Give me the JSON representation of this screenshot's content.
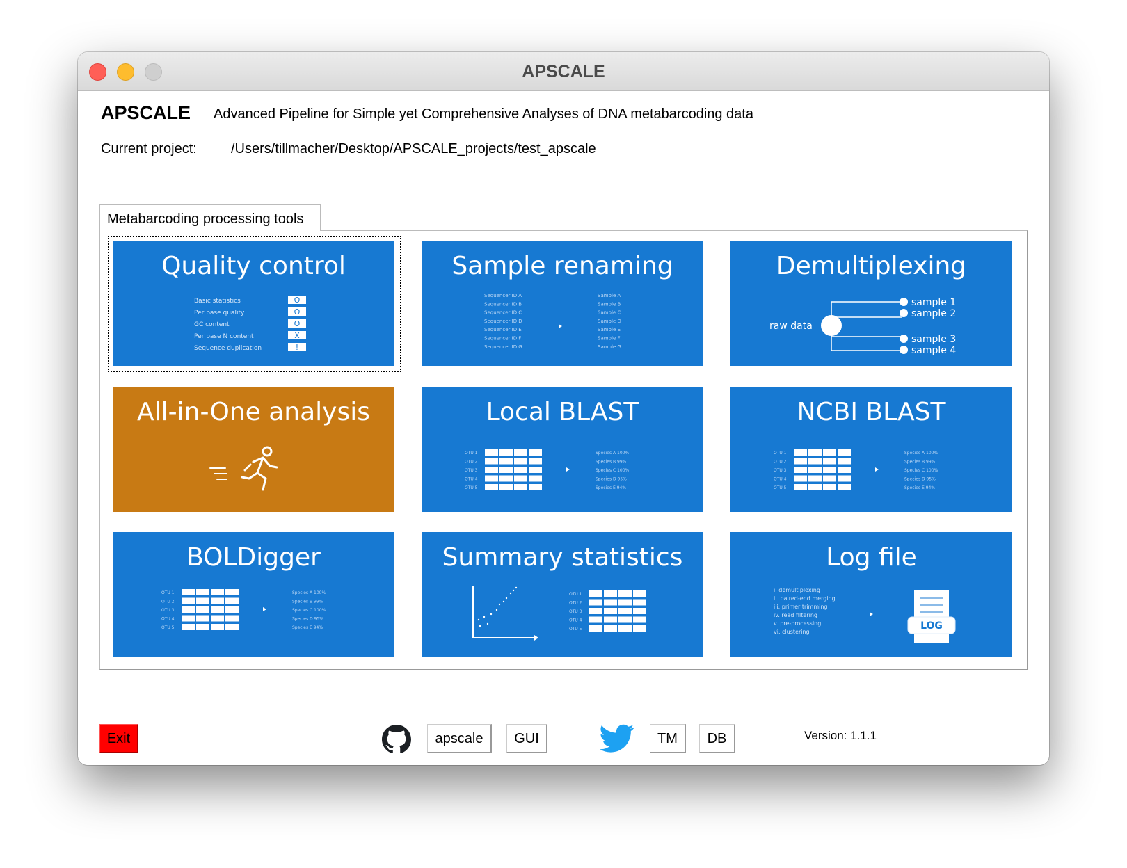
{
  "window": {
    "title": "APSCALE",
    "traffic_lights": {
      "close": "#FF5F57",
      "minimize": "#FEBC2E",
      "zoom": "#CFCFCF"
    }
  },
  "header": {
    "app_name": "APSCALE",
    "subtitle": "Advanced Pipeline for Simple yet Comprehensive Analyses of DNA metabarcoding data",
    "project_label": "Current project:",
    "project_path": "/Users/tillmacher/Desktop/APSCALE_projects/test_apscale"
  },
  "tab": {
    "label": "Metabarcoding processing tools"
  },
  "colors": {
    "tile_blue": "#1779D2",
    "tile_orange": "#C87A14",
    "exit_red": "#FF0000",
    "twitter_blue": "#1DA1F2"
  },
  "tiles": [
    {
      "title": "Quality control",
      "checks": [
        {
          "label": "Basic statistics",
          "mark": "O"
        },
        {
          "label": "Per base quality",
          "mark": "O"
        },
        {
          "label": "GC content",
          "mark": "O"
        },
        {
          "label": "Per base N content",
          "mark": "X"
        },
        {
          "label": "Sequence duplication",
          "mark": "!"
        }
      ]
    },
    {
      "title": "Sample renaming",
      "from": [
        "Sequencer ID A",
        "Sequencer ID B",
        "Sequencer ID C",
        "Sequencer ID D",
        "Sequencer ID E",
        "Sequencer ID F",
        "Sequencer ID G"
      ],
      "to": [
        "Sample A",
        "Sample B",
        "Sample C",
        "Sample D",
        "Sample E",
        "Sample F",
        "Sample G"
      ]
    },
    {
      "title": "Demultiplexing",
      "source": "raw data",
      "samples": [
        "sample 1",
        "sample 2",
        "sample 3",
        "sample 4"
      ]
    },
    {
      "title": "All-in-One analysis",
      "icon": "running-person-icon"
    },
    {
      "title": "Local BLAST",
      "otus": [
        "OTU 1",
        "OTU 2",
        "OTU 3",
        "OTU 4",
        "OTU 5"
      ],
      "hits": [
        "Species A  100%",
        "Species B  99%",
        "Species C  100%",
        "Species D  95%",
        "Species E  94%"
      ]
    },
    {
      "title": "NCBI BLAST",
      "otus": [
        "OTU 1",
        "OTU 2",
        "OTU 3",
        "OTU 4",
        "OTU 5"
      ],
      "hits": [
        "Species A  100%",
        "Species B  99%",
        "Species C  100%",
        "Species D  95%",
        "Species E  94%"
      ]
    },
    {
      "title": "BOLDigger",
      "otus": [
        "OTU 1",
        "OTU 2",
        "OTU 3",
        "OTU 4",
        "OTU 5"
      ],
      "hits": [
        "Species A  100%",
        "Species B  99%",
        "Species C  100%",
        "Species D  95%",
        "Species E  94%"
      ]
    },
    {
      "title": "Summary statistics",
      "otus": [
        "OTU 1",
        "OTU 2",
        "OTU 3",
        "OTU 4",
        "OTU 5"
      ]
    },
    {
      "title": "Log file",
      "steps": [
        "i. demultiplexing",
        "ii. paired-end merging",
        "iii. primer trimming",
        "iv. read filtering",
        "v. pre-processing",
        "vi. clustering"
      ],
      "badge": "LOG"
    }
  ],
  "footer": {
    "exit": "Exit",
    "apscale": "apscale",
    "gui": "GUI",
    "tm": "TM",
    "db": "DB",
    "version": "Version: 1.1.1"
  }
}
